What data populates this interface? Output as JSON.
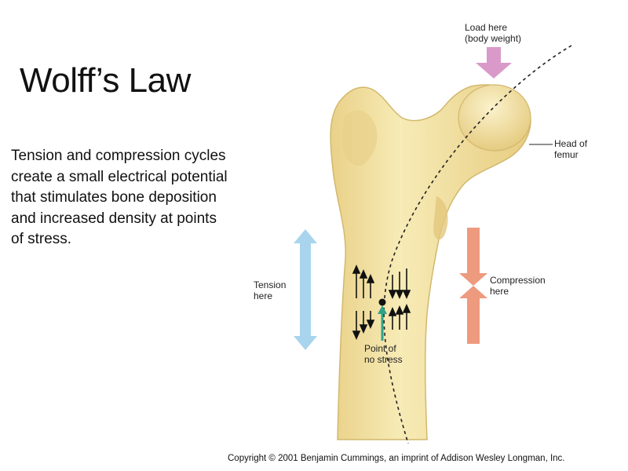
{
  "slide": {
    "title": "Wolff’s Law",
    "description": "Tension and compression cycles create a small electrical potential that stimulates bone deposition and increased density at points of stress."
  },
  "diagram": {
    "labels": {
      "load_line1": "Load here",
      "load_line2": "(body weight)",
      "head_line1": "Head of",
      "head_line2": "femur",
      "tension_line1": "Tension",
      "tension_line2": "here",
      "compression_line1": "Compression",
      "compression_line2": "here",
      "nostress_line1": "Point of",
      "nostress_line2": "no stress"
    },
    "colors": {
      "bone": "#F1DF9E",
      "bone_shadow": "#D9C27A",
      "load_arrow": "#D99AC9",
      "tension_arrow": "#A9D4EE",
      "compression_arrow": "#EE9A7E",
      "no_stress_arrow": "#2FA38A"
    }
  },
  "footer": {
    "copyright": "Copyright © 2001 Benjamin Cummings, an imprint of Addison Wesley Longman, Inc."
  }
}
